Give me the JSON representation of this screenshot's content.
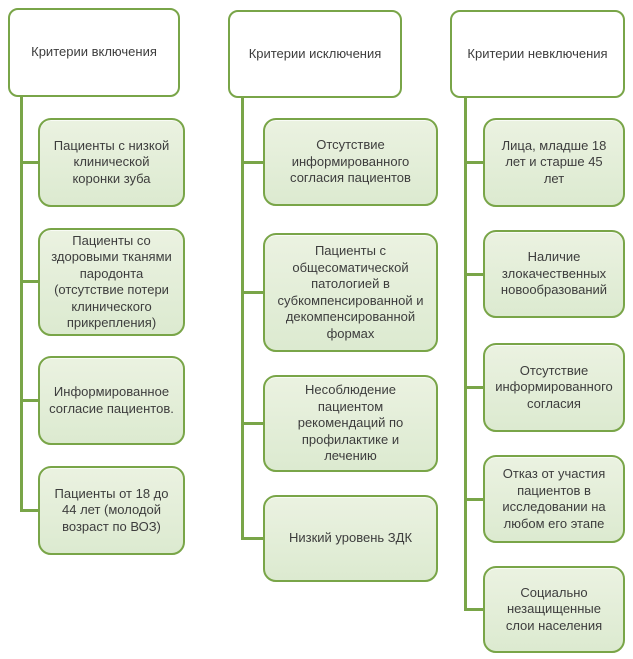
{
  "diagram": {
    "title": "Criteria diagram (inclusion / exclusion / non-inclusion)",
    "colors": {
      "border": "#79a548",
      "header_fill": "#ffffff",
      "item_fill_top": "#ebf2e1",
      "item_fill_bottom": "#dcead0",
      "text": "#3d3d3d"
    },
    "columns": [
      {
        "header": "Критерии включения",
        "items": [
          "Пациенты с низкой клинической коронки зуба",
          "Пациенты со здоровыми тканями пародонта (отсутствие потери клинического прикрепления)",
          "Информированное согласие пациентов.",
          "Пациенты от 18 до 44 лет (молодой возраст по ВОЗ)"
        ]
      },
      {
        "header": "Критерии исключения",
        "items": [
          "Отсутствие информированного согласия пациентов",
          "Пациенты с общесоматической патологией в субкомпенсированной и декомпенсированной формах",
          "Несоблюдение пациентом рекомендаций по профилактике и лечению",
          "Низкий уровень ЗДК"
        ]
      },
      {
        "header": "Критерии невключения",
        "items": [
          "Лица, младше 18 лет и старше 45 лет",
          "Наличие злокачественных новообразований",
          "Отсутствие информированного согласия",
          "Отказ от участия пациентов в исследовании на любом его этапе",
          "Социально незащищенные слои населения"
        ]
      }
    ]
  }
}
